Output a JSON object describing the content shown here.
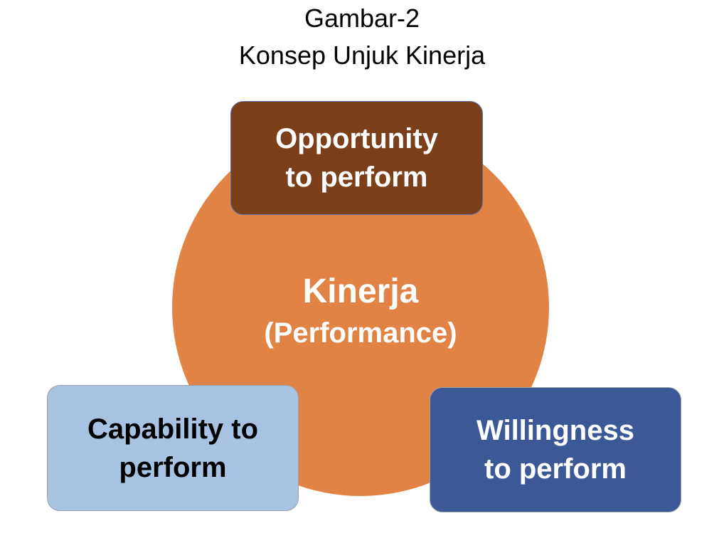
{
  "title": {
    "line1": "Gambar-2",
    "line2": "Konsep Unjuk Kinerja"
  },
  "center": {
    "main": "Kinerja",
    "sub": "(Performance)",
    "color": "#E08344"
  },
  "boxes": {
    "top": {
      "line1": "Opportunity",
      "line2": "to perform",
      "color": "#7B3F1A"
    },
    "left": {
      "line1": "Capability to",
      "line2": "perform",
      "color": "#A8C3E2"
    },
    "right": {
      "line1": "Willingness",
      "line2": "to perform",
      "color": "#3C5896"
    }
  }
}
